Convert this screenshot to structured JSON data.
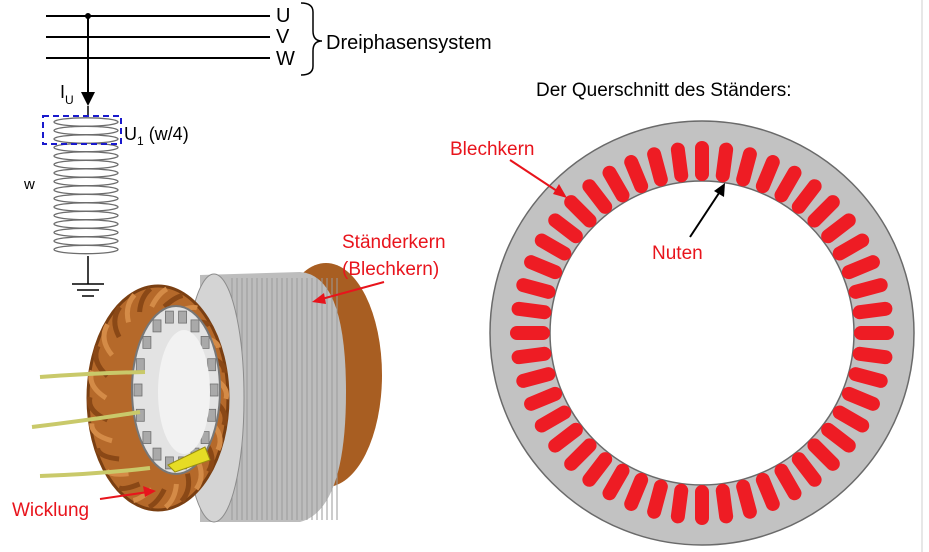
{
  "phase_lines": {
    "labels": [
      "U",
      "V",
      "W"
    ],
    "system_label": "Dreiphasensystem"
  },
  "circuit": {
    "current_label": "I",
    "current_sub": "U",
    "coil_section_label": "U",
    "coil_section_sub": "1",
    "coil_section_fraction": " (w/4)",
    "turns_label": "w"
  },
  "stator_photo": {
    "core_label_line1": "Ständerkern",
    "core_label_line2": "(Blechkern)",
    "winding_label": "Wicklung"
  },
  "cross_section": {
    "title": "Der Querschnitt des Ständers:",
    "lamination_label": "Blechkern",
    "slots_label": "Nuten",
    "slot_count": 48
  },
  "colors": {
    "label_red": "#e8141c",
    "slot_red": "#ee1c24",
    "core_gray": "#c2c2c2",
    "dashed_box_blue": "#1a1acc",
    "copper": "#b5692a"
  }
}
